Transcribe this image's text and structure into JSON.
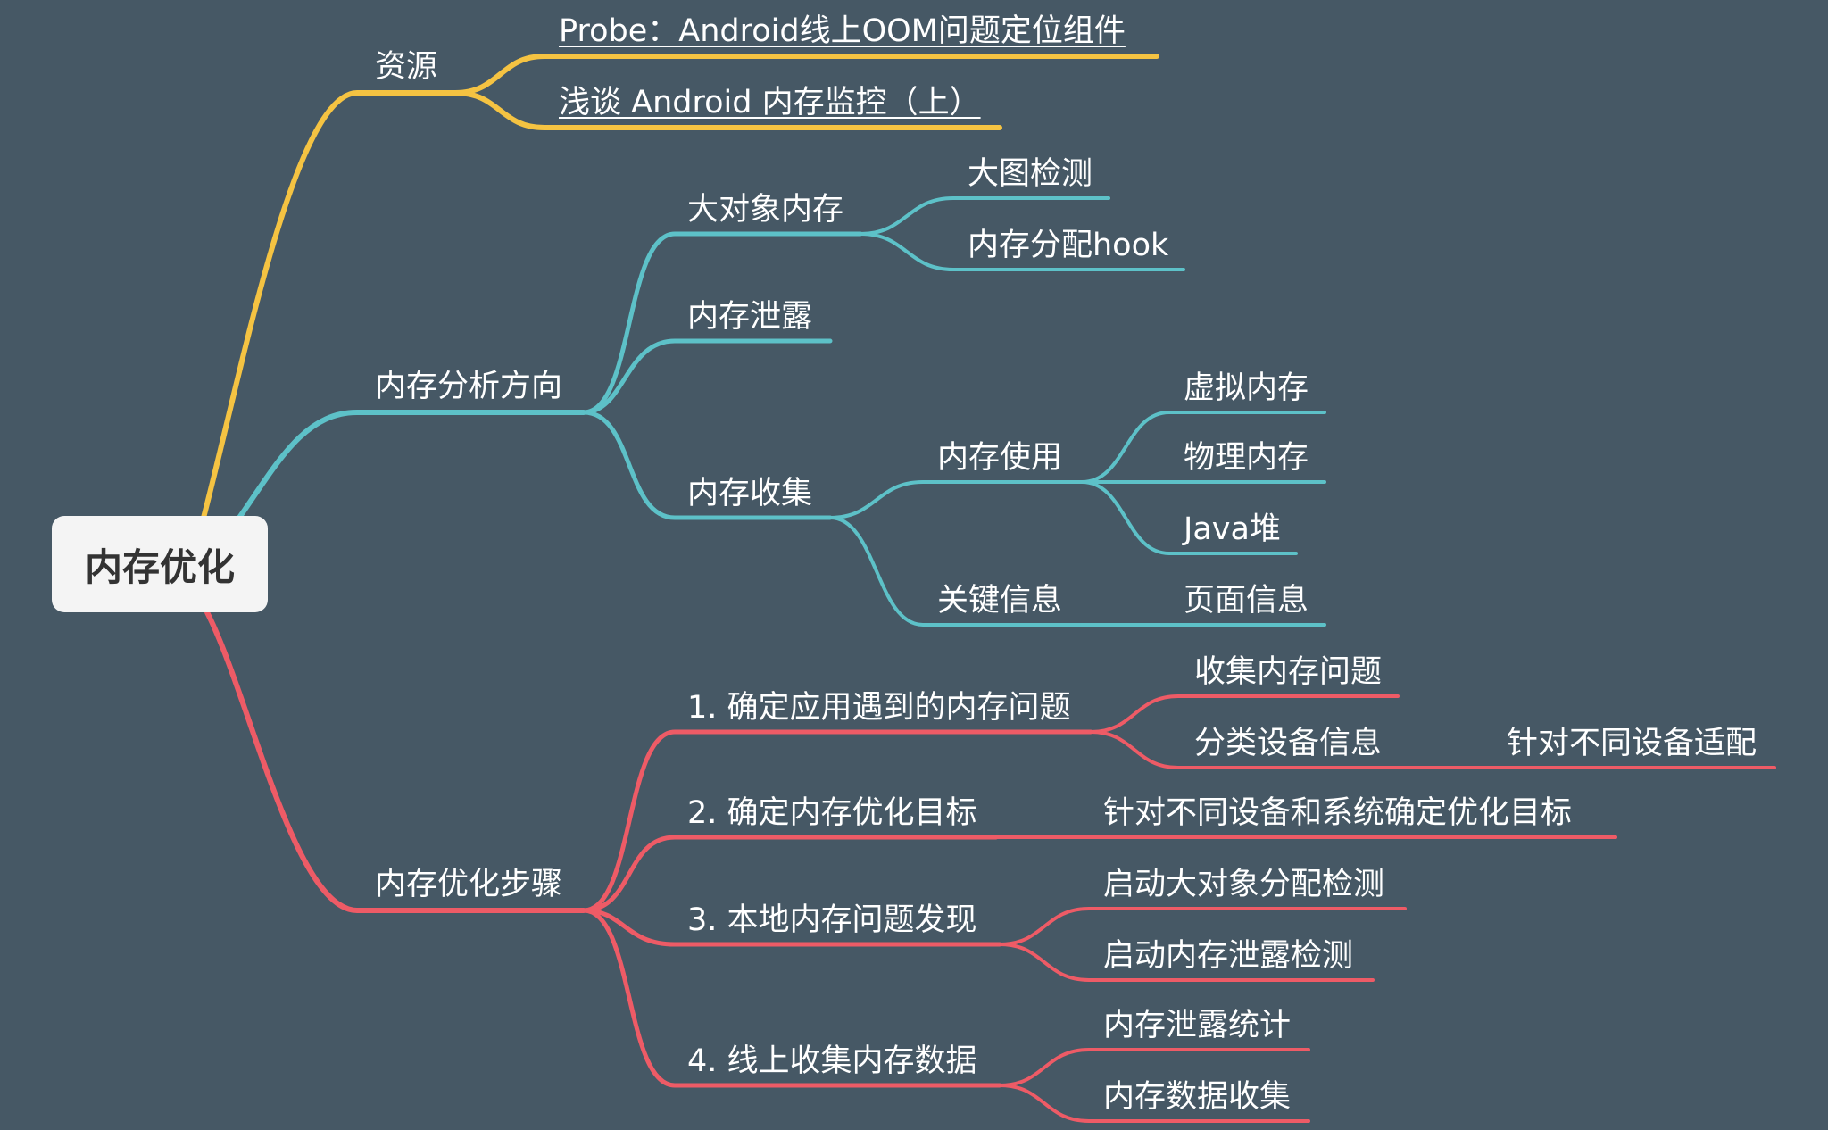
{
  "colors": {
    "background": "#465865",
    "resources": "#F5C342",
    "analysis": "#5DC1C8",
    "steps": "#EE5B66",
    "root_box": "#F4F4F4",
    "root_text": "#333333",
    "text": "#FFFFFF"
  },
  "root": {
    "label": "内存优化"
  },
  "resources": {
    "label": "资源",
    "link_probe": "Probe：Android线上OOM问题定位组件",
    "link_monitor": "浅谈 Android 内存监控（上）"
  },
  "analysis": {
    "label": "内存分析方向",
    "big_object": {
      "label": "大对象内存",
      "image_detect": "大图检测",
      "alloc_hook": "内存分配hook"
    },
    "leak": {
      "label": "内存泄露"
    },
    "collect": {
      "label": "内存收集",
      "usage": {
        "label": "内存使用",
        "virtual": "虚拟内存",
        "physical": "物理内存",
        "java_heap": "Java堆"
      },
      "key_info": {
        "label": "关键信息",
        "page_info": "页面信息"
      }
    }
  },
  "steps": {
    "label": "内存优化步骤",
    "step1": {
      "label": "1. 确定应用遇到的内存问题",
      "collect_issues": "收集内存问题",
      "classify": "分类设备信息",
      "adapt": "针对不同设备适配"
    },
    "step2": {
      "label": "2. 确定内存优化目标",
      "targets": "针对不同设备和系统确定优化目标"
    },
    "step3": {
      "label": "3. 本地内存问题发现",
      "big_alloc": "启动大对象分配检测",
      "leak_detect": "启动内存泄露检测"
    },
    "step4": {
      "label": "4. 线上收集内存数据",
      "leak_stats": "内存泄露统计",
      "data_collect": "内存数据收集"
    }
  }
}
